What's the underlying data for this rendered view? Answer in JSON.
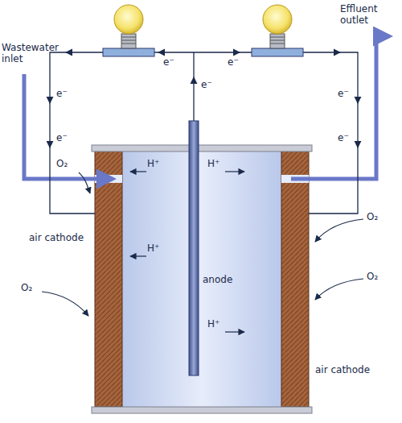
{
  "diagram": {
    "labels": [
      "Wastewater inlet",
      "Effluent outlet",
      "air cathode",
      "air cathode",
      "anode",
      "H⁺",
      "H⁺",
      "H⁺",
      "H⁺",
      "e⁻",
      "e⁻",
      "e⁻",
      "e⁻",
      "e⁻",
      "e⁻",
      "e⁻",
      "O₂",
      "O₂",
      "O₂",
      "O₂"
    ]
  }
}
